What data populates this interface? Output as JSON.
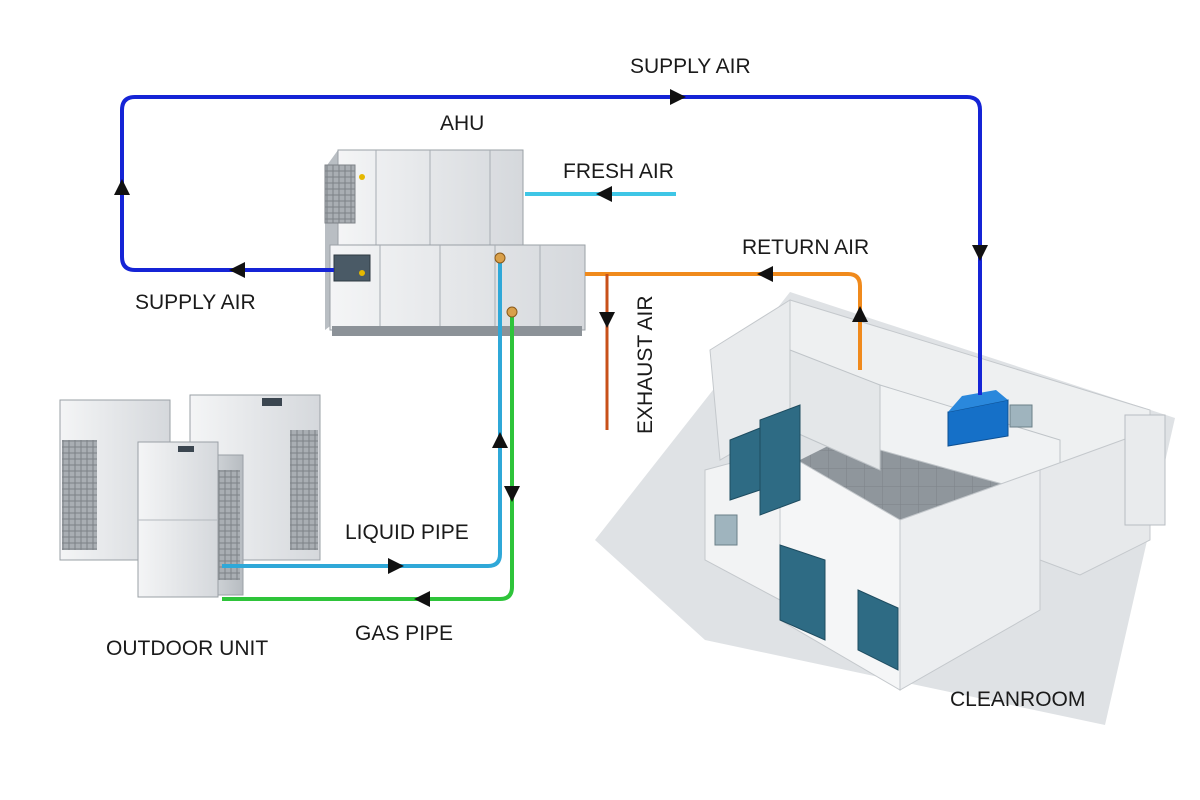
{
  "labels": {
    "supply_air_top": "SUPPLY AIR",
    "supply_air_left": "SUPPLY AIR",
    "ahu": "AHU",
    "fresh_air": "FRESH AIR",
    "return_air": "RETURN AIR",
    "exhaust_air": "EXHAUST AIR",
    "liquid_pipe": "LIQUID PIPE",
    "gas_pipe": "GAS PIPE",
    "outdoor_unit": "OUTDOOR UNIT",
    "cleanroom": "CLEANROOM"
  },
  "colors": {
    "supply_air": "#1524d6",
    "fresh_air": "#3ec6e6",
    "return_air": "#f08a1c",
    "exhaust_air": "#c8501a",
    "liquid_pipe": "#2fa8d8",
    "gas_pipe": "#2ec43a",
    "door_panel": "#2e6b84",
    "ceiling_unit": "#1570c8"
  }
}
